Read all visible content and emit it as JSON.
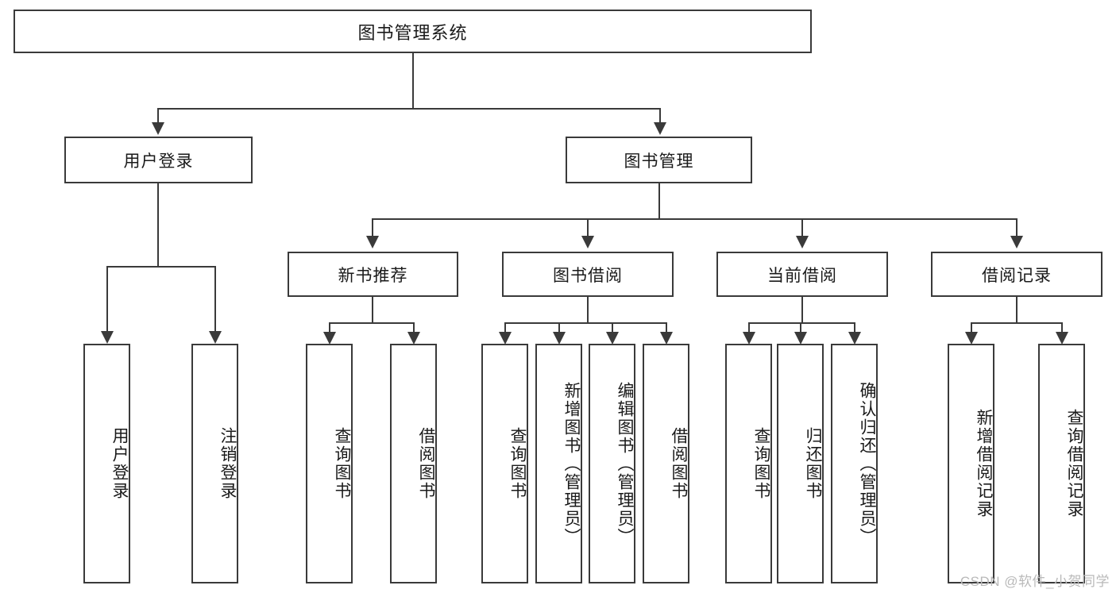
{
  "diagram": {
    "title": "图书管理系统",
    "type": "tree",
    "colors": {
      "box_border": "#3a3a3a",
      "box_fill": "#ffffff",
      "edge": "#3a3a3a",
      "text": "#1a1a1a",
      "watermark": "#b9b9b9"
    },
    "root": {
      "label": "图书管理系统"
    },
    "level2": [
      {
        "id": "user-login",
        "label": "用户登录"
      },
      {
        "id": "book-manage",
        "label": "图书管理"
      }
    ],
    "level3": [
      {
        "id": "new-book-recommend",
        "label": "新书推荐"
      },
      {
        "id": "book-borrow",
        "label": "图书借阅"
      },
      {
        "id": "current-borrow",
        "label": "当前借阅"
      },
      {
        "id": "borrow-record",
        "label": "借阅记录"
      }
    ],
    "leaves": {
      "user_login": [
        {
          "id": "leaf-user-login",
          "label": "用户登录"
        },
        {
          "id": "leaf-logout-login",
          "label": "注销登录"
        }
      ],
      "new_book_recommend": [
        {
          "id": "leaf-query-book-1",
          "label": "查询图书"
        },
        {
          "id": "leaf-borrow-book-1",
          "label": "借阅图书"
        }
      ],
      "book_borrow": [
        {
          "id": "leaf-query-book-2",
          "label": "查询图书"
        },
        {
          "id": "leaf-add-book",
          "label": "新增图书（管理员）"
        },
        {
          "id": "leaf-edit-book",
          "label": "编辑图书（管理员）"
        },
        {
          "id": "leaf-borrow-book-2",
          "label": "借阅图书"
        }
      ],
      "current_borrow": [
        {
          "id": "leaf-query-book-3",
          "label": "查询图书"
        },
        {
          "id": "leaf-return-book",
          "label": "归还图书"
        },
        {
          "id": "leaf-confirm-return",
          "label": "确认归还（管理员）"
        }
      ],
      "borrow_record": [
        {
          "id": "leaf-add-record",
          "label": "新增借阅记录"
        },
        {
          "id": "leaf-query-record",
          "label": "查询借阅记录"
        }
      ]
    }
  },
  "watermark": {
    "text": "CSDN @软件_小贺同学"
  }
}
